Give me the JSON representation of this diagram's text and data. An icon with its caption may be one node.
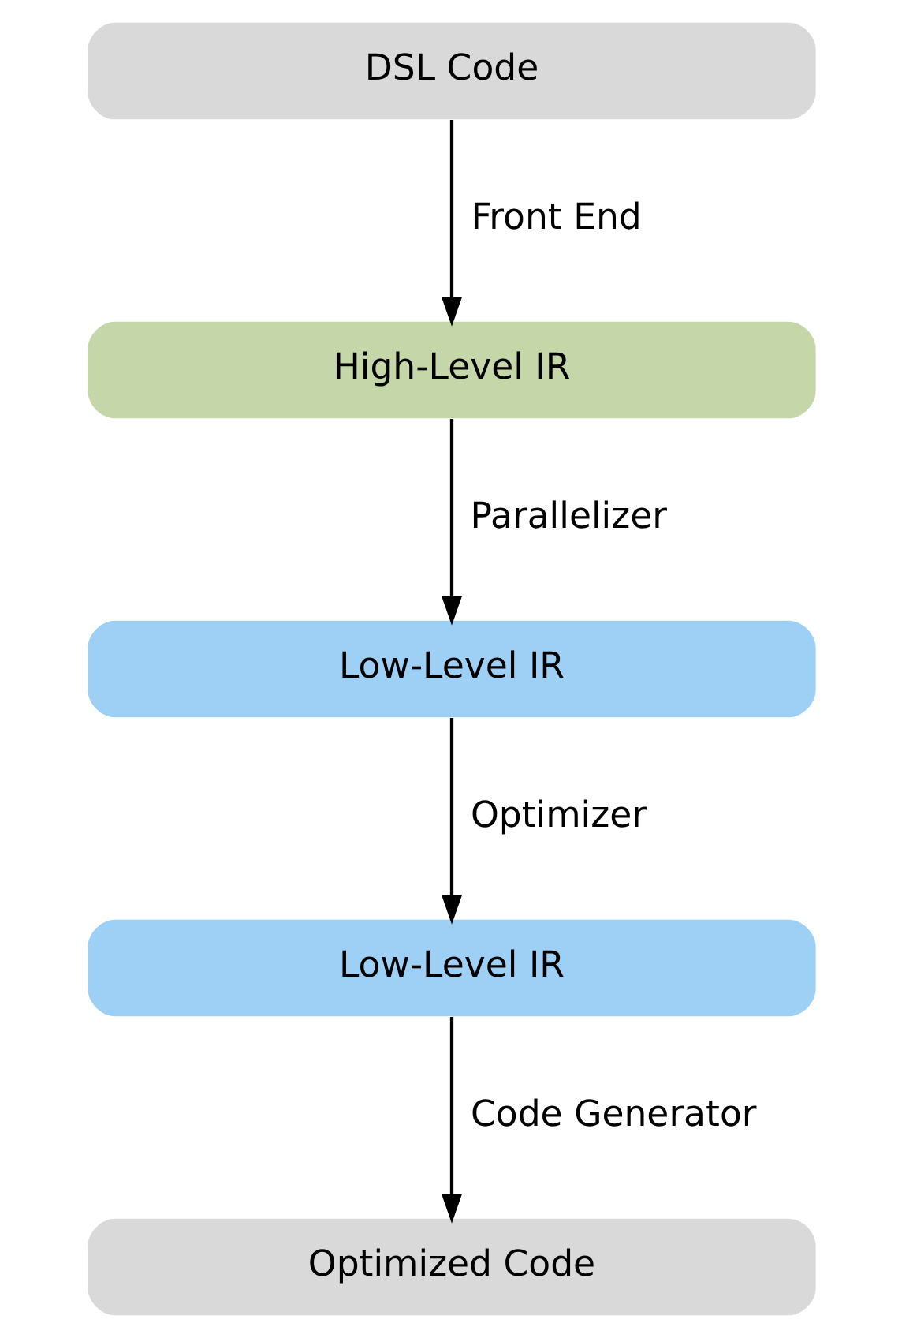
{
  "diagram": {
    "nodes": [
      {
        "text": [
          "DSL Code"
        ]
      },
      {
        "text": [
          "High-Level IR"
        ]
      },
      {
        "text": [
          "Low-Level IR"
        ]
      },
      {
        "text": [
          "Low-Level IR"
        ]
      },
      {
        "text": [
          "Optimized Code"
        ]
      }
    ],
    "edges": [
      {
        "from": 0,
        "to": 1,
        "arrow": "to",
        "label": "Front End"
      },
      {
        "from": 1,
        "to": 2,
        "arrow": "to",
        "label": "Parallelizer"
      },
      {
        "from": 2,
        "to": 3,
        "arrow": "to",
        "label": "Optimizer"
      },
      {
        "from": 3,
        "to": 4,
        "arrow": "to",
        "label": "Code Generator"
      }
    ]
  }
}
